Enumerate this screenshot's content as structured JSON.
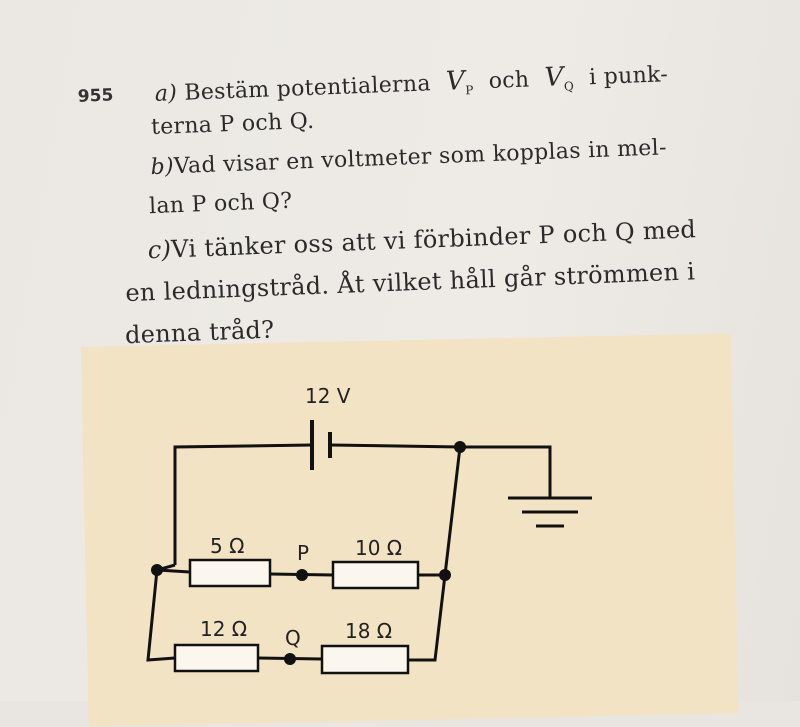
{
  "problem": {
    "number": "955",
    "a_label": "a)",
    "a_text_1": "Bestäm potentialerna",
    "vp": "V",
    "vp_sub": "P",
    "och": "och",
    "vq": "V",
    "vq_sub": "Q",
    "a_text_2": "i punk-",
    "a_text_3": "terna P och Q.",
    "b_label": "b)",
    "b_text_1": "Vad visar en voltmeter som kopplas in mel-",
    "b_text_2": "lan P och Q?",
    "c_label": "c)",
    "c_text_1": "Vi tänker oss att vi förbinder P och Q med",
    "c_text_2": "en ledningstråd. Åt vilket håll går strömmen i",
    "c_text_3": "denna tråd?"
  },
  "circuit": {
    "battery_label": "12 V",
    "r1": "5 Ω",
    "r2": "10 Ω",
    "r3": "12 Ω",
    "r4": "18 Ω",
    "node_p": "P",
    "node_q": "Q"
  }
}
